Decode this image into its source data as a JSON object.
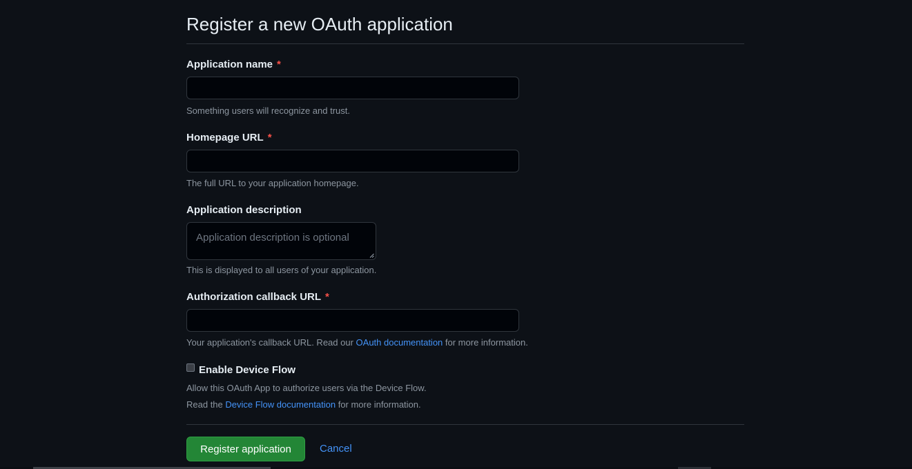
{
  "page": {
    "title": "Register a new OAuth application"
  },
  "form": {
    "application_name": {
      "label": "Application name",
      "required_marker": "*",
      "value": "",
      "placeholder": "",
      "note": "Something users will recognize and trust."
    },
    "homepage_url": {
      "label": "Homepage URL",
      "required_marker": "*",
      "value": "",
      "placeholder": "",
      "note": "The full URL to your application homepage."
    },
    "application_description": {
      "label": "Application description",
      "value": "",
      "placeholder": "Application description is optional",
      "note": "This is displayed to all users of your application."
    },
    "callback_url": {
      "label": "Authorization callback URL",
      "required_marker": "*",
      "value": "",
      "placeholder": "",
      "note_prefix": "Your application's callback URL. Read our ",
      "note_link": "OAuth documentation",
      "note_suffix": " for more information."
    },
    "device_flow": {
      "label": "Enable Device Flow",
      "checked": false,
      "note_line1": "Allow this OAuth App to authorize users via the Device Flow.",
      "note_line2_prefix": "Read the ",
      "note_line2_link": "Device Flow documentation",
      "note_line2_suffix": " for more information."
    }
  },
  "actions": {
    "submit_label": "Register application",
    "cancel_label": "Cancel"
  },
  "colors": {
    "background": "#0d1117",
    "input_background": "#010409",
    "border": "#30363d",
    "text": "#e6edf3",
    "muted_text": "#8d96a0",
    "link": "#4493f8",
    "required": "#f85149",
    "primary_button": "#238636"
  }
}
